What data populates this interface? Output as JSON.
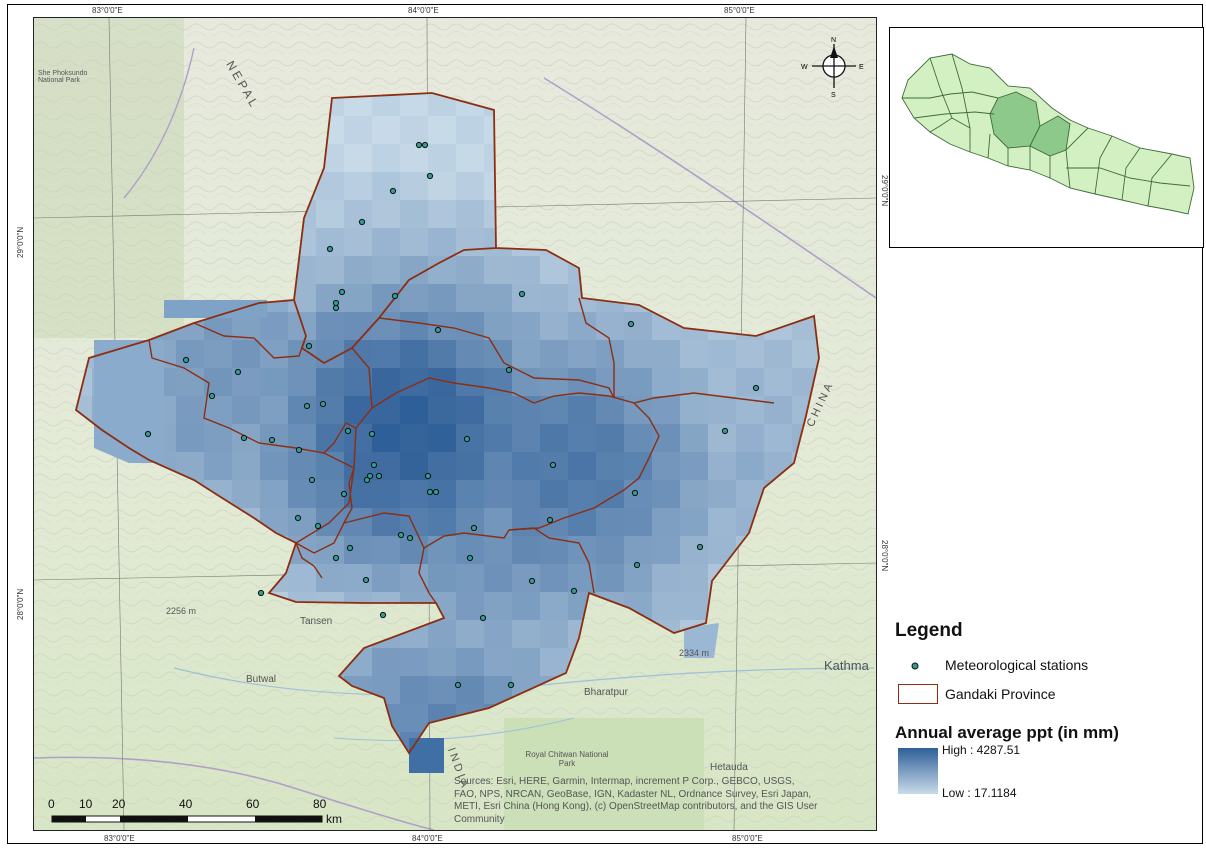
{
  "coords": {
    "top": [
      "83°0'0\"E",
      "84°0'0\"E",
      "85°0'0\"E"
    ],
    "bottom": [
      "83°0'0\"E",
      "84°0'0\"E",
      "85°0'0\"E"
    ],
    "left": [
      "29°0'0\"N",
      "28°0'0\"N"
    ],
    "right": [
      "29°0'0\"N",
      "28°0'0\"N"
    ]
  },
  "places": {
    "nepal": "NEPAL",
    "china": "CHINA",
    "india": "INDIA",
    "tansen": "Tansen",
    "butwal": "Butwal",
    "bharatpur": "Bharatpur",
    "kathmandu": "Kathma",
    "hetauda": "Hetauda",
    "chitwan": "Royal Chitwan National Park",
    "phoksundo": "She Phoksundo National Park",
    "elev1": "2256 m",
    "elev2": "2334 m"
  },
  "north_arrow": {
    "n": "N",
    "s": "S",
    "e": "E",
    "w": "W"
  },
  "legend": {
    "title": "Legend",
    "stations": "Meteorological stations",
    "province": "Gandaki Province",
    "ppt_title": "Annual average ppt (in mm)",
    "high": "High : 4287.51",
    "low": "Low : 17.1184"
  },
  "ppt_range": {
    "high": 4287.51,
    "low": 17.1184
  },
  "credits": [
    "Sources: Esri, HERE, Garmin, Intermap, increment P Corp., GEBCO, USGS,",
    "FAO, NPS, NRCAN, GeoBase, IGN, Kadaster NL, Ordnance Survey, Esri Japan,",
    "METI, Esri China (Hong Kong), (c) OpenStreetMap contributors, and the GIS User",
    "Community"
  ],
  "scale": {
    "ticks": [
      "0",
      "10",
      "20",
      "40",
      "60",
      "80"
    ],
    "unit": "km"
  },
  "colors": {
    "boundary": "#8b2e12",
    "station": "#2f9e8f",
    "high": "#2f5f98",
    "low": "#c9dbe9",
    "inset_fill": "#d3f0c3",
    "inset_highlight": "#8cc98a"
  }
}
